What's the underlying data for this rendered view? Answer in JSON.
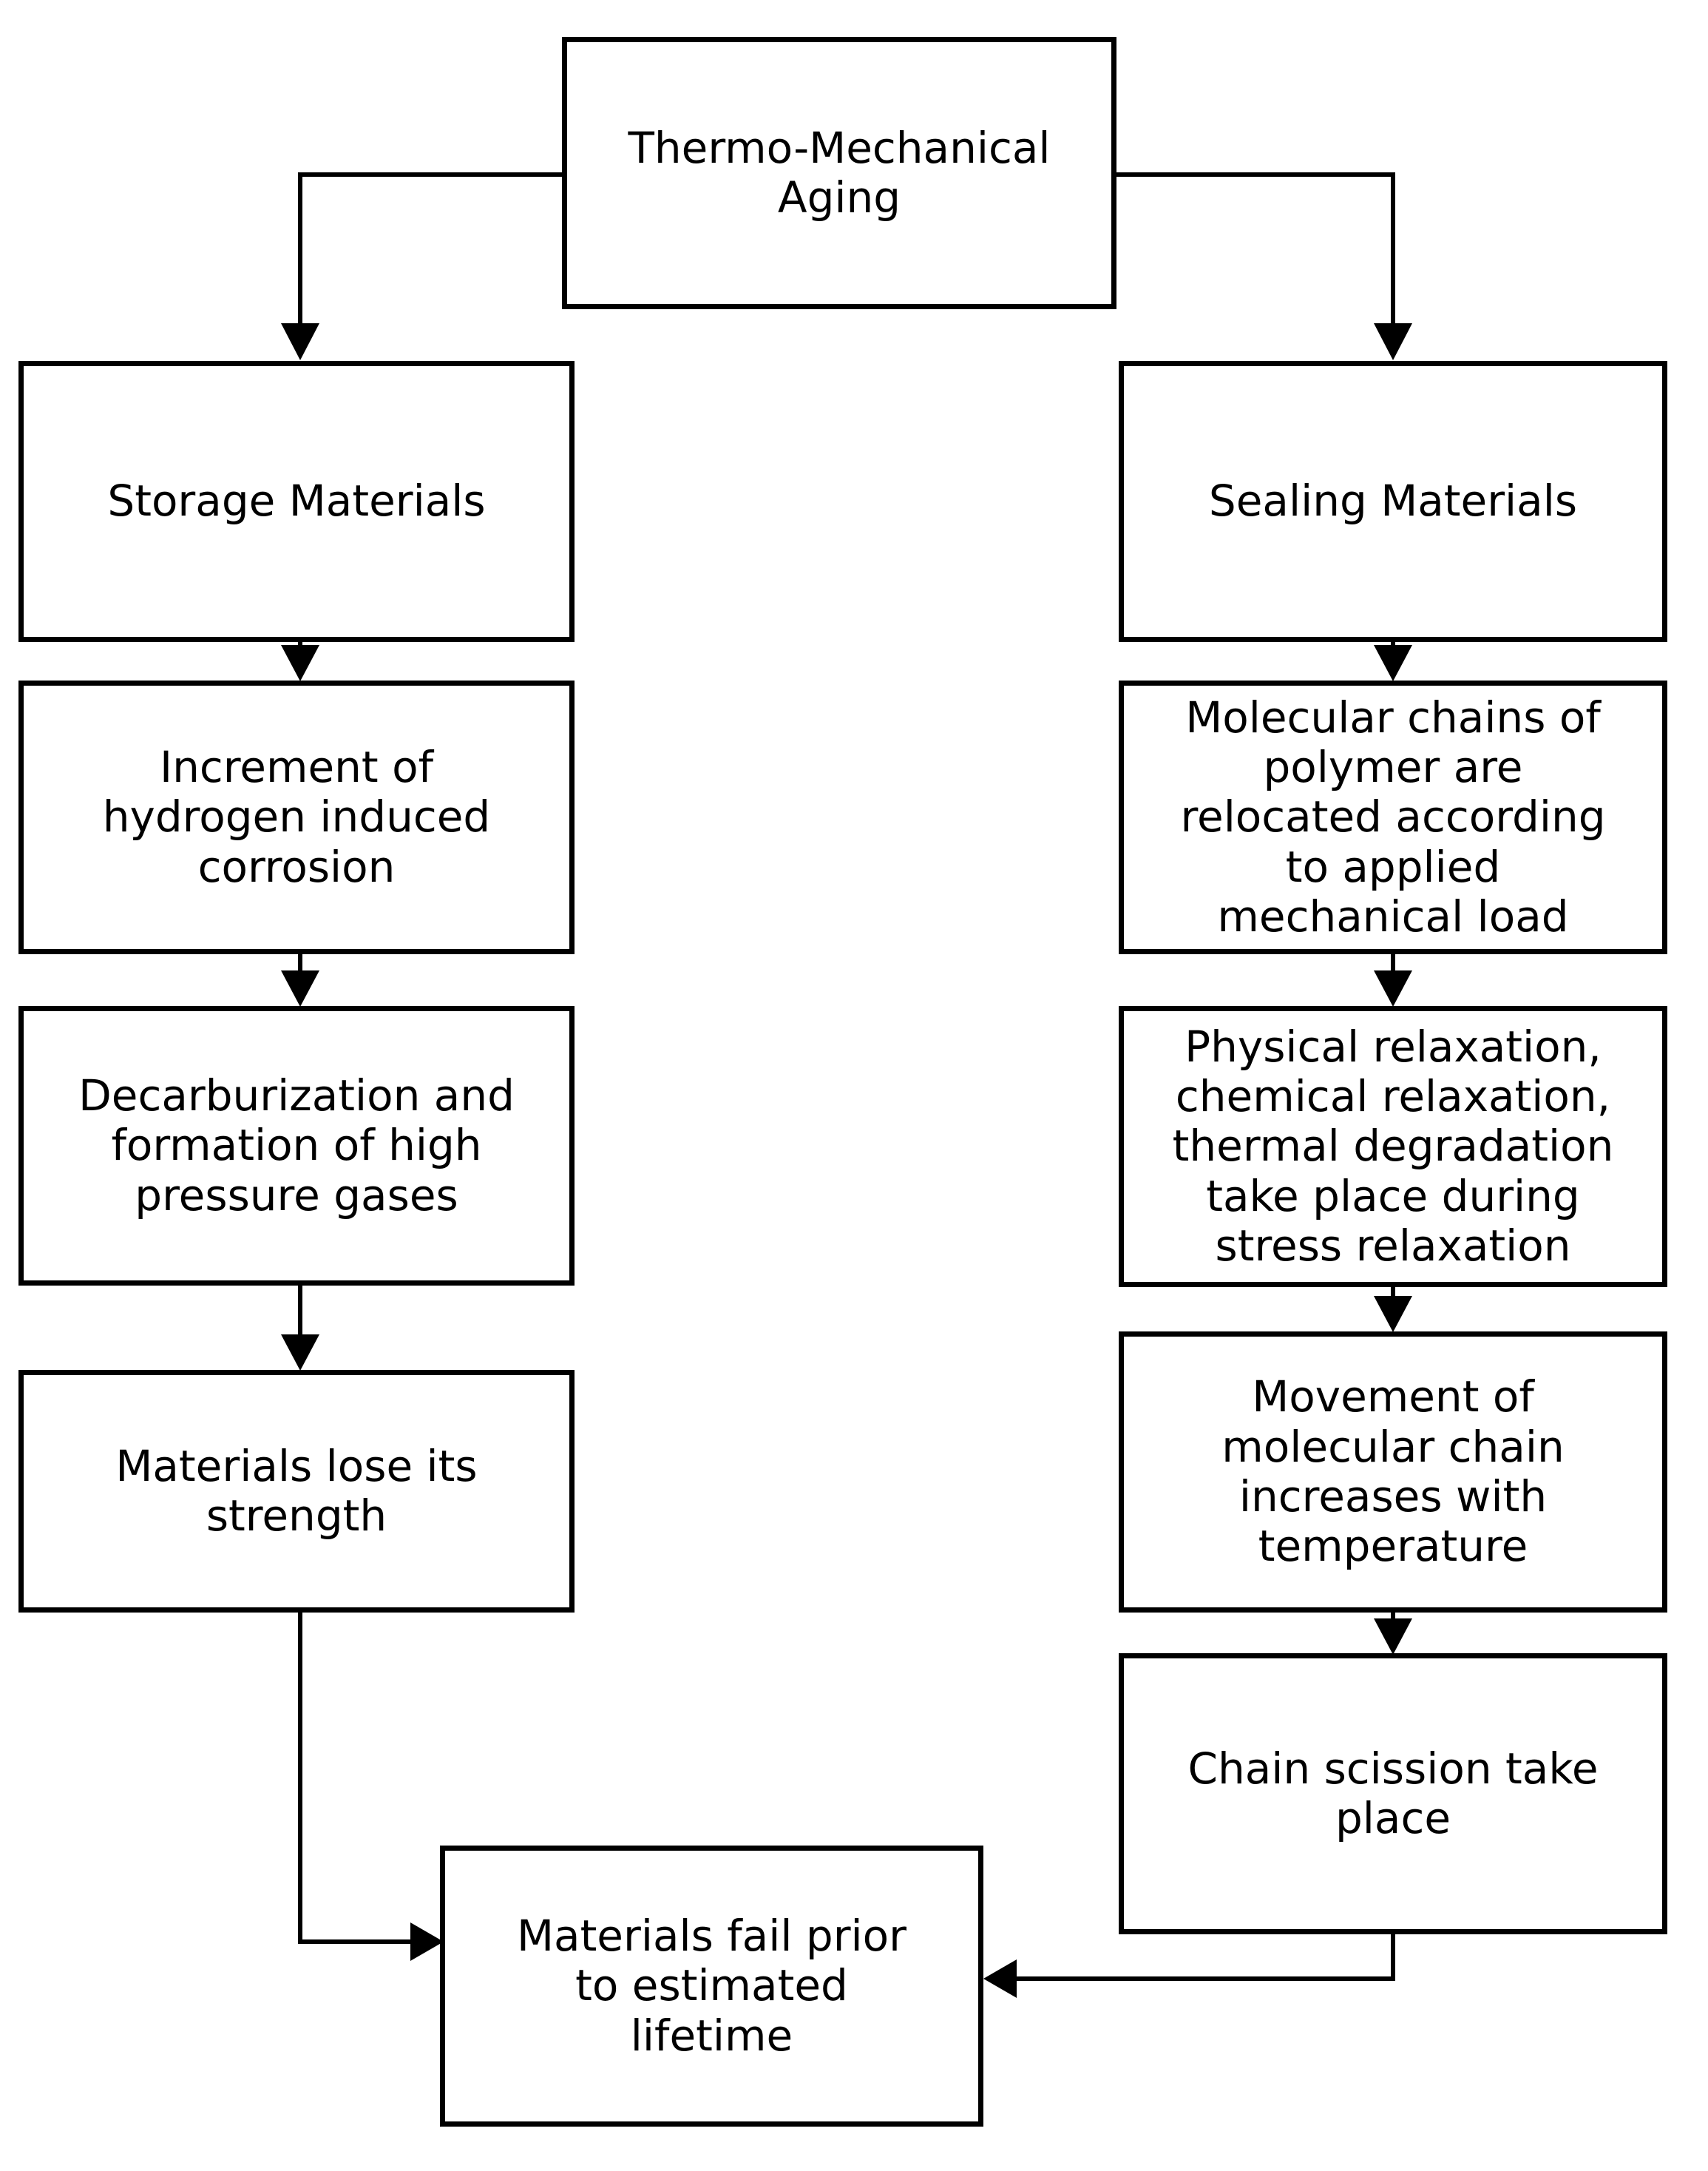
{
  "diagram": {
    "title": "Thermo-Mechanical Aging degradation flowchart",
    "orientation": "top-down",
    "colors": {
      "background": "#ffffff",
      "stroke": "#000000",
      "fill": "#ffffff",
      "text": "#000000"
    },
    "nodes": {
      "root": "Thermo-Mechanical\nAging",
      "left_branch": {
        "head": "Storage Materials",
        "step_1": "Increment of\nhydrogen induced\ncorrosion",
        "step_2": "Decarburization and\nformation of high\npressure gases",
        "step_3": "Materials lose its\nstrength"
      },
      "right_branch": {
        "head": "Sealing Materials",
        "step_1": "Molecular chains of\npolymer are\nrelocated according\nto applied\nmechanical load",
        "step_2": "Physical relaxation,\nchemical relaxation,\nthermal degradation\ntake place during\nstress relaxation",
        "step_3": "Movement of\nmolecular chain\nincreases with\ntemperature",
        "step_4": "Chain scission take\nplace"
      },
      "outcome": "Materials fail prior\nto estimated\nlifetime"
    },
    "edges": [
      {
        "from": "root",
        "to": "left_branch.head",
        "style": "elbow-down-left",
        "arrow": "down"
      },
      {
        "from": "root",
        "to": "right_branch.head",
        "style": "elbow-down-right",
        "arrow": "down"
      },
      {
        "from": "left_branch.head",
        "to": "left_branch.step_1",
        "style": "straight-down",
        "arrow": "down"
      },
      {
        "from": "left_branch.step_1",
        "to": "left_branch.step_2",
        "style": "straight-down",
        "arrow": "down"
      },
      {
        "from": "left_branch.step_2",
        "to": "left_branch.step_3",
        "style": "straight-down",
        "arrow": "down"
      },
      {
        "from": "left_branch.step_3",
        "to": "outcome",
        "style": "elbow-down-right",
        "arrow": "right"
      },
      {
        "from": "right_branch.head",
        "to": "right_branch.step_1",
        "style": "straight-down",
        "arrow": "down"
      },
      {
        "from": "right_branch.step_1",
        "to": "right_branch.step_2",
        "style": "straight-down",
        "arrow": "down"
      },
      {
        "from": "right_branch.step_2",
        "to": "right_branch.step_3",
        "style": "straight-down",
        "arrow": "down"
      },
      {
        "from": "right_branch.step_3",
        "to": "right_branch.step_4",
        "style": "straight-down",
        "arrow": "down"
      },
      {
        "from": "right_branch.step_4",
        "to": "outcome",
        "style": "elbow-down-left",
        "arrow": "left"
      }
    ]
  }
}
